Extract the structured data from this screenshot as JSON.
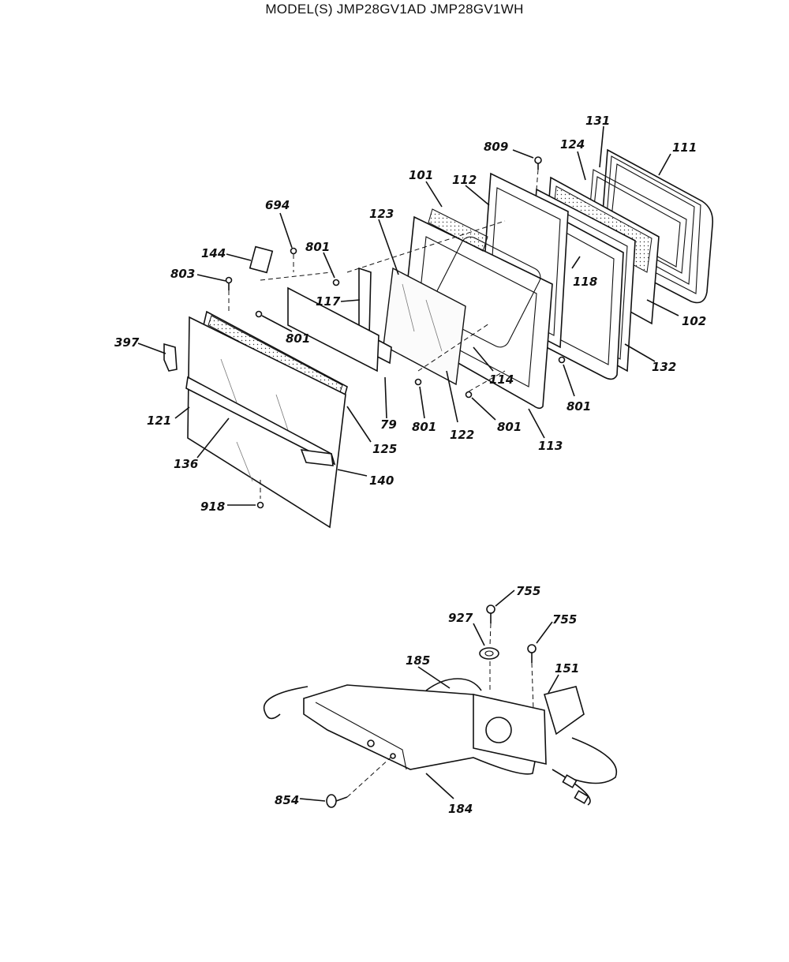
{
  "title": "MODEL(S) JMP28GV1AD  JMP28GV1WH",
  "labels": {
    "l131": "131",
    "l111": "111",
    "l124": "124",
    "l809": "809",
    "l101": "101",
    "l112": "112",
    "l694": "694",
    "l123": "123",
    "l801a": "801",
    "l144": "144",
    "l803": "803",
    "l117": "117",
    "l118": "118",
    "l102": "102",
    "l801b": "801",
    "l397": "397",
    "l132": "132",
    "l114": "114",
    "l801c": "801",
    "l121": "121",
    "l79": "79",
    "l801d": "801",
    "l122": "122",
    "l801e": "801",
    "l113": "113",
    "l125": "125",
    "l136": "136",
    "l140": "140",
    "l918": "918",
    "l755a": "755",
    "l927": "927",
    "l755b": "755",
    "l185": "185",
    "l151": "151",
    "l854": "854",
    "l184": "184"
  }
}
